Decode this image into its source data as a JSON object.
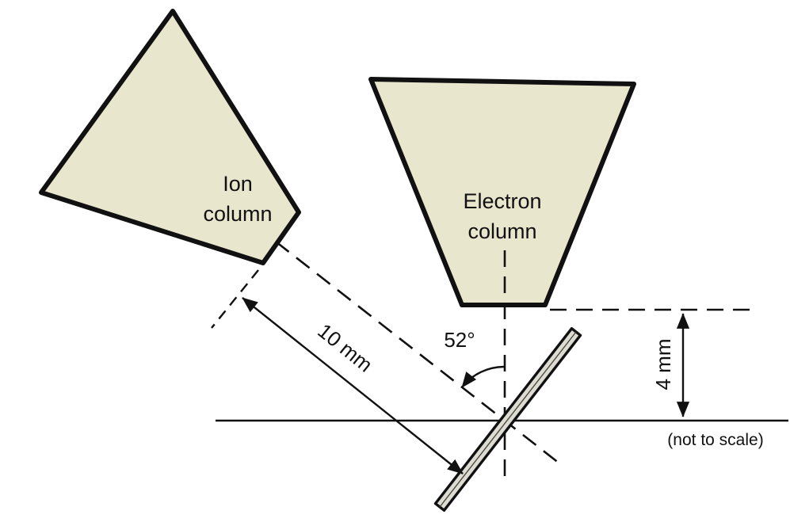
{
  "diagram": {
    "title_implicit": "FIB-SEM dual-beam column geometry",
    "labels": {
      "ion_column": {
        "line1": "Ion",
        "line2": "column"
      },
      "electron_column": {
        "line1": "Electron",
        "line2": "column"
      },
      "distance": "10 mm",
      "angle": "52°",
      "height": "4 mm",
      "note": "(not to scale)"
    }
  },
  "colors": {
    "column_fill": "#e9e6ce",
    "sample_fill": "#dedcd2",
    "line_color": "#111111",
    "background": "#ffffff"
  }
}
